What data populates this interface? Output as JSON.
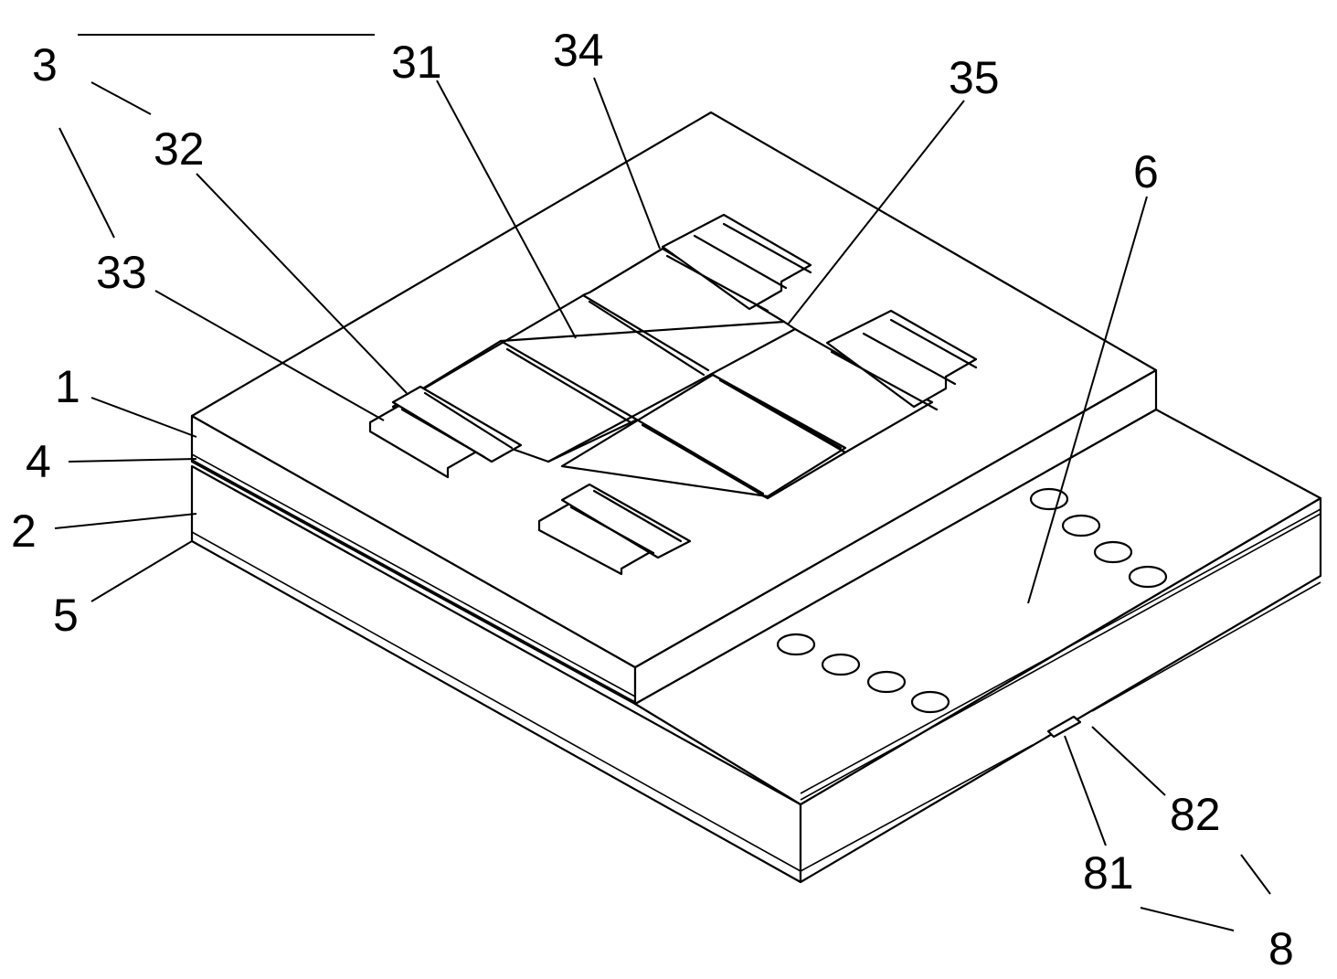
{
  "figure": {
    "labels": {
      "l3": "3",
      "l31": "31",
      "l32": "32",
      "l33": "33",
      "l34": "34",
      "l35": "35",
      "l6": "6",
      "l1": "1",
      "l4": "4",
      "l2": "2",
      "l5": "5",
      "l81": "81",
      "l82": "82",
      "l8": "8"
    }
  }
}
